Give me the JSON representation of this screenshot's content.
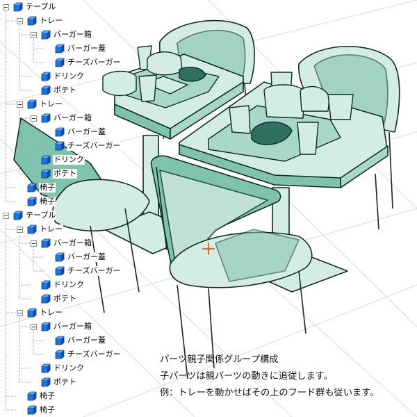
{
  "scene_tree": [
    {
      "label": "テーブル",
      "level": 0,
      "toggle": true
    },
    {
      "label": "トレー",
      "level": 1,
      "toggle": true
    },
    {
      "label": "バーガー箱",
      "level": 2,
      "toggle": true
    },
    {
      "label": "バーガー蓋",
      "level": 3,
      "toggle": false
    },
    {
      "label": "チーズバーガー",
      "level": 3,
      "toggle": false
    },
    {
      "label": "ドリンク",
      "level": 2,
      "toggle": false
    },
    {
      "label": "ポテト",
      "level": 2,
      "toggle": false
    },
    {
      "label": "トレー",
      "level": 1,
      "toggle": true
    },
    {
      "label": "バーガー箱",
      "level": 2,
      "toggle": true
    },
    {
      "label": "バーガー蓋",
      "level": 3,
      "toggle": false
    },
    {
      "label": "チーズバーガー",
      "level": 3,
      "toggle": false
    },
    {
      "label": "ドリンク",
      "level": 2,
      "toggle": false
    },
    {
      "label": "ポテト",
      "level": 2,
      "toggle": false
    },
    {
      "label": "椅子",
      "level": 1,
      "toggle": false
    },
    {
      "label": "椅子",
      "level": 1,
      "toggle": false
    },
    {
      "label": "テーブル",
      "level": 0,
      "toggle": true
    },
    {
      "label": "トレー",
      "level": 1,
      "toggle": true
    },
    {
      "label": "バーガー箱",
      "level": 2,
      "toggle": true
    },
    {
      "label": "バーガー蓋",
      "level": 3,
      "toggle": false
    },
    {
      "label": "チーズバーガー",
      "level": 3,
      "toggle": false
    },
    {
      "label": "ドリンク",
      "level": 2,
      "toggle": false
    },
    {
      "label": "ポテト",
      "level": 2,
      "toggle": false
    },
    {
      "label": "トレー",
      "level": 1,
      "toggle": true
    },
    {
      "label": "バーガー箱",
      "level": 2,
      "toggle": true
    },
    {
      "label": "バーガー蓋",
      "level": 3,
      "toggle": false
    },
    {
      "label": "チーズバーガー",
      "level": 3,
      "toggle": false
    },
    {
      "label": "ドリンク",
      "level": 2,
      "toggle": false
    },
    {
      "label": "ポテト",
      "level": 2,
      "toggle": false
    },
    {
      "label": "椅子",
      "level": 1,
      "toggle": false
    },
    {
      "label": "椅子",
      "level": 1,
      "toggle": false
    }
  ],
  "note": {
    "line1": "パーツ親子関係グループ構成",
    "line2": "子パーツは親パーツの動きに追従します。",
    "line3": "例：トレーを動かせばその上のフード群も従います。"
  },
  "colors": {
    "model_fill": "#d3ede4",
    "model_shade": "#7fc2ad",
    "model_dark": "#2f6f5f",
    "outline": "#0d2b24",
    "grid": "#d9d9d9",
    "cursor": "#f06a1a",
    "cube_front": "#1e74dc",
    "cube_top": "#66adf5",
    "cube_side": "#0e4ea6"
  }
}
